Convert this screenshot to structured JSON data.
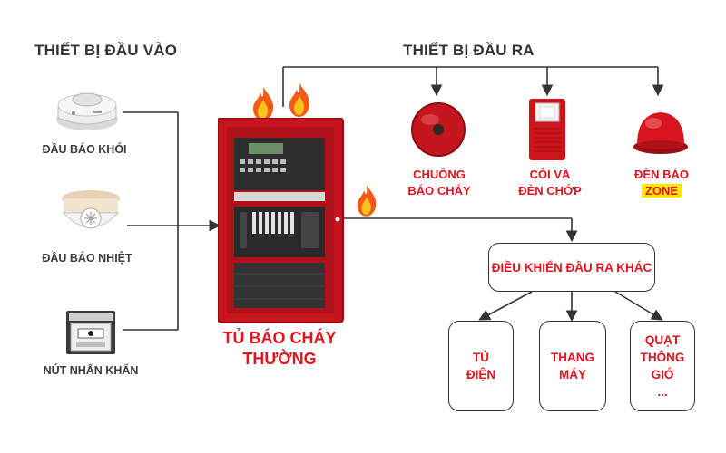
{
  "headers": {
    "input": "THIẾT BỊ ĐẦU VÀO",
    "output": "THIẾT BỊ ĐẦU RA"
  },
  "inputs": {
    "smoke": "ĐẦU BÁO KHÓI",
    "heat": "ĐẦU BÁO NHIỆT",
    "button": "NÚT NHẤN KHẨN"
  },
  "panel": {
    "line1": "TỦ BÁO CHÁY",
    "line2": "THƯỜNG"
  },
  "outputs": {
    "bell_line1": "CHUÔNG",
    "bell_line2": "BÁO CHÁY",
    "horn_line1": "CÒI VÀ",
    "horn_line2": "ĐÈN CHỚP",
    "light_line1": "ĐÈN BÁO",
    "light_line2": "ZONE"
  },
  "control": {
    "title": "ĐIỀU KHIỂN ĐẦU RA KHÁC",
    "cabinet_line1": "TỦ",
    "cabinet_line2": "ĐIỆN",
    "elevator_line1": "THANG",
    "elevator_line2": "MÁY",
    "fan_line1": "QUẠT",
    "fan_line2": "THÔNG",
    "fan_line3": "GIÓ",
    "fan_line4": "..."
  },
  "colors": {
    "accent_red": "#e0141e",
    "zone_highlight": "#ffe600",
    "panel_red": "#c8141c",
    "line": "#333333"
  }
}
